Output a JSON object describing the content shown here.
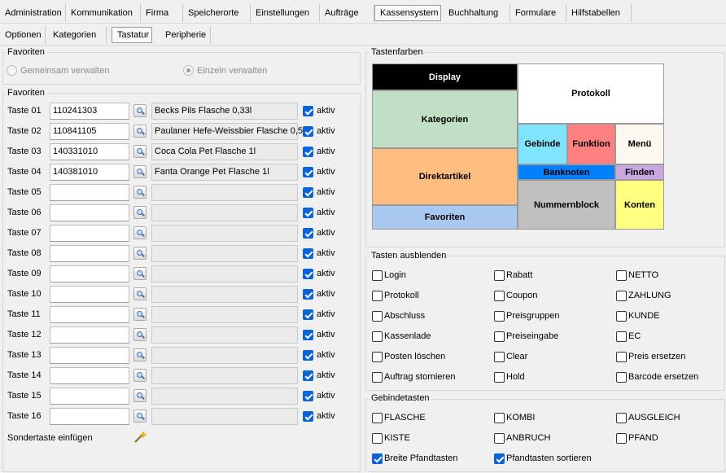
{
  "main_tabs": [
    "Administration",
    "Kommunikation",
    "Firma",
    "Speicherorte",
    "Einstellungen",
    "Aufträge",
    "Kassensystem",
    "Buchhaltung",
    "Formulare",
    "Hilfstabellen"
  ],
  "sub_tabs": [
    "Optionen",
    "Kategorien",
    "Tastatur",
    "Peripherie"
  ],
  "favoriten_mode": {
    "legend": "Favoriten",
    "options": [
      "Gemeinsam verwalten",
      "Einzeln verwalten"
    ],
    "selected": "Einzeln verwalten"
  },
  "favoriten": {
    "legend": "Favoriten",
    "keys": [
      {
        "label": "Taste 01",
        "code": "110241303",
        "name": "Becks Pils Flasche 0,33l",
        "aktiv": "aktiv"
      },
      {
        "label": "Taste 02",
        "code": "110841105",
        "name": "Paulaner Hefe-Weissbier Flasche 0,5",
        "aktiv": "aktiv"
      },
      {
        "label": "Taste 03",
        "code": "140331010",
        "name": "Coca Cola Pet Flasche 1l",
        "aktiv": "aktiv"
      },
      {
        "label": "Taste 04",
        "code": "140381010",
        "name": "Fanta Orange Pet Flasche 1l",
        "aktiv": "aktiv"
      },
      {
        "label": "Taste 05",
        "code": "",
        "name": "",
        "aktiv": "aktiv"
      },
      {
        "label": "Taste 06",
        "code": "",
        "name": "",
        "aktiv": "aktiv"
      },
      {
        "label": "Taste 07",
        "code": "",
        "name": "",
        "aktiv": "aktiv"
      },
      {
        "label": "Taste 08",
        "code": "",
        "name": "",
        "aktiv": "aktiv"
      },
      {
        "label": "Taste 09",
        "code": "",
        "name": "",
        "aktiv": "aktiv"
      },
      {
        "label": "Taste 10",
        "code": "",
        "name": "",
        "aktiv": "aktiv"
      },
      {
        "label": "Taste 11",
        "code": "",
        "name": "",
        "aktiv": "aktiv"
      },
      {
        "label": "Taste 12",
        "code": "",
        "name": "",
        "aktiv": "aktiv"
      },
      {
        "label": "Taste 13",
        "code": "",
        "name": "",
        "aktiv": "aktiv"
      },
      {
        "label": "Taste 14",
        "code": "",
        "name": "",
        "aktiv": "aktiv"
      },
      {
        "label": "Taste 15",
        "code": "",
        "name": "",
        "aktiv": "aktiv"
      },
      {
        "label": "Taste 16",
        "code": "",
        "name": "",
        "aktiv": "aktiv"
      }
    ],
    "sondertaste_label": "Sondertaste einfügen"
  },
  "tastenfarben": {
    "legend": "Tastenfarben",
    "display": "Display",
    "protokoll": "Protokoll",
    "kategorien": "Kategorien",
    "gebinde": "Gebinde",
    "funktion": "Funktion",
    "menu": "Menü",
    "direktartikel": "Direktartikel",
    "banknoten": "Banknoten",
    "finden": "Finden",
    "nummernblock": "Nummernblock",
    "konten": "Konten",
    "favoriten": "Favoriten",
    "colors": {
      "display": "#000000",
      "protokoll": "#ffffff",
      "kategorien": "#c1dfc4",
      "gebinde": "#80e4ff",
      "funktion": "#ff8080",
      "menu": "#fcf8f0",
      "direktartikel": "#ffbd80",
      "banknoten": "#0080ff",
      "finden": "#c9a8e0",
      "nummernblock": "#c0c0c0",
      "konten": "#ffff80",
      "favoriten": "#a9c8f0"
    }
  },
  "tasten_ausblenden": {
    "legend": "Tasten ausblenden",
    "items": [
      "Login",
      "Rabatt",
      "NETTO",
      "Protokoll",
      "Coupon",
      "ZAHLUNG",
      "Abschluss",
      "Preisgruppen",
      "KUNDE",
      "Kassenlade",
      "Preiseingabe",
      "EC",
      "Posten löschen",
      "Clear",
      "Preis ersetzen",
      "Auftrag stornieren",
      "Hold",
      "Barcode ersetzen"
    ],
    "checked": []
  },
  "gebindetasten": {
    "legend": "Gebindetasten",
    "items": [
      "FLASCHE",
      "KOMBI",
      "AUSGLEICH",
      "KISTE",
      "ANBRUCH",
      "PFAND",
      "Breite Pfandtasten",
      "Pfandtasten sortieren"
    ],
    "checked": [
      "Breite Pfandtasten",
      "Pfandtasten sortieren"
    ]
  }
}
